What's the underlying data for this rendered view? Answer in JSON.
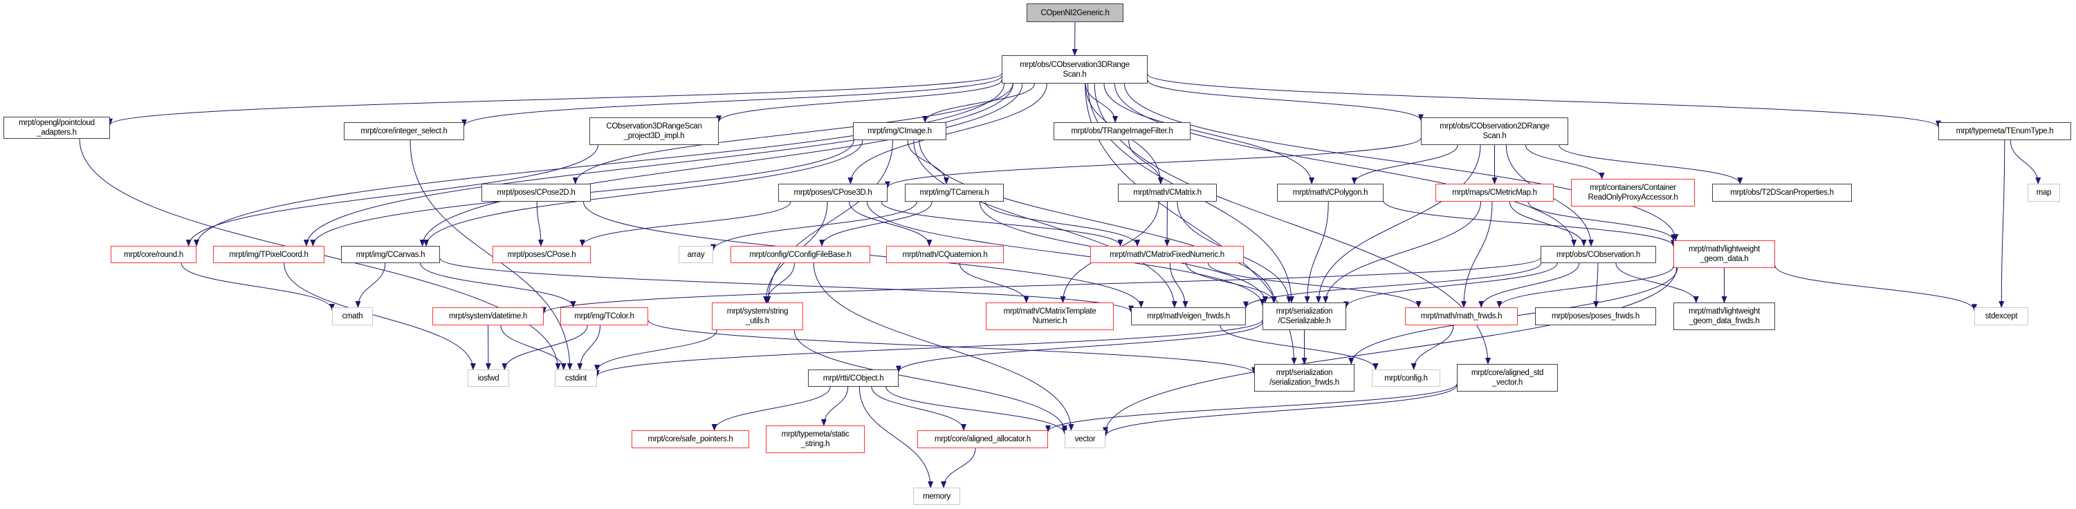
{
  "colors": {
    "edge": "#191970",
    "documented_border": "#404040",
    "missing_border": "#ff3333",
    "system_border": "#c8c8c8",
    "root_fill": "#bfbfbf"
  },
  "nodes": [
    {
      "id": "root",
      "label": "COpenNI2Generic.h",
      "kind": "root"
    },
    {
      "id": "scan3d",
      "label": "mrpt/obs/CObservation3DRange\nScan.h",
      "kind": "doc"
    },
    {
      "id": "pointcloud",
      "label": "mrpt/opengl/pointcloud\n_adapters.h",
      "kind": "doc"
    },
    {
      "id": "intsel",
      "label": "mrpt/core/integer_select.h",
      "kind": "doc"
    },
    {
      "id": "proj3d",
      "label": "CObservation3DRangeScan\n_project3D_impl.h",
      "kind": "doc"
    },
    {
      "id": "cimage",
      "label": "mrpt/img/CImage.h",
      "kind": "doc"
    },
    {
      "id": "trange",
      "label": "mrpt/obs/TRangeImageFilter.h",
      "kind": "doc"
    },
    {
      "id": "scan2d",
      "label": "mrpt/obs/CObservation2DRange\nScan.h",
      "kind": "doc"
    },
    {
      "id": "tenum",
      "label": "mrpt/typemeta/TEnumType.h",
      "kind": "doc"
    },
    {
      "id": "cpose2d",
      "label": "mrpt/poses/CPose2D.h",
      "kind": "doc"
    },
    {
      "id": "cpose3d",
      "label": "mrpt/poses/CPose3D.h",
      "kind": "doc"
    },
    {
      "id": "tcamera",
      "label": "mrpt/img/TCamera.h",
      "kind": "doc"
    },
    {
      "id": "cmatrix",
      "label": "mrpt/math/CMatrix.h",
      "kind": "doc"
    },
    {
      "id": "cpolygon",
      "label": "mrpt/math/CPolygon.h",
      "kind": "doc"
    },
    {
      "id": "cmetricmap",
      "label": "mrpt/maps/CMetricMap.h",
      "kind": "red"
    },
    {
      "id": "container",
      "label": "mrpt/containers/Container\nReadOnlyProxyAccessor.h",
      "kind": "red"
    },
    {
      "id": "t2dscan",
      "label": "mrpt/obs/T2DScanProperties.h",
      "kind": "doc"
    },
    {
      "id": "map",
      "label": "map",
      "kind": "sys"
    },
    {
      "id": "round",
      "label": "mrpt/core/round.h",
      "kind": "red"
    },
    {
      "id": "tpixel",
      "label": "mrpt/img/TPixelCoord.h",
      "kind": "red"
    },
    {
      "id": "ccanvas",
      "label": "mrpt/img/CCanvas.h",
      "kind": "doc"
    },
    {
      "id": "cpose",
      "label": "mrpt/poses/CPose.h",
      "kind": "red"
    },
    {
      "id": "array",
      "label": "array",
      "kind": "sys"
    },
    {
      "id": "cconfig",
      "label": "mrpt/config/CConfigFileBase.h",
      "kind": "red"
    },
    {
      "id": "cquat",
      "label": "mrpt/math/CQuaternion.h",
      "kind": "red"
    },
    {
      "id": "cmfixed",
      "label": "mrpt/math/CMatrixFixedNumeric.h",
      "kind": "red"
    },
    {
      "id": "cobservation",
      "label": "mrpt/obs/CObservation.h",
      "kind": "doc"
    },
    {
      "id": "lwgeom",
      "label": "mrpt/math/lightweight\n_geom_data.h",
      "kind": "red"
    },
    {
      "id": "cmath",
      "label": "cmath",
      "kind": "sys"
    },
    {
      "id": "datetime",
      "label": "mrpt/system/datetime.h",
      "kind": "red"
    },
    {
      "id": "tcolor",
      "label": "mrpt/img/TColor.h",
      "kind": "red"
    },
    {
      "id": "strutils",
      "label": "mrpt/system/string\n_utils.h",
      "kind": "red"
    },
    {
      "id": "cmtemplate",
      "label": "mrpt/math/CMatrixTemplate\nNumeric.h",
      "kind": "red"
    },
    {
      "id": "eigen",
      "label": "mrpt/math/eigen_frwds.h",
      "kind": "doc"
    },
    {
      "id": "cserial",
      "label": "mrpt/serialization\n/CSerializable.h",
      "kind": "doc"
    },
    {
      "id": "mathfrwds",
      "label": "mrpt/math/math_frwds.h",
      "kind": "red"
    },
    {
      "id": "posesfrwds",
      "label": "mrpt/poses/poses_frwds.h",
      "kind": "doc"
    },
    {
      "id": "lwgeomfrwds",
      "label": "mrpt/math/lightweight\n_geom_data_frwds.h",
      "kind": "doc"
    },
    {
      "id": "stdexcept",
      "label": "stdexcept",
      "kind": "sys"
    },
    {
      "id": "iosfwd",
      "label": "iosfwd",
      "kind": "sys"
    },
    {
      "id": "cstdint",
      "label": "cstdint",
      "kind": "sys"
    },
    {
      "id": "cobject",
      "label": "mrpt/rtti/CObject.h",
      "kind": "doc"
    },
    {
      "id": "serfrwds",
      "label": "mrpt/serialization\n/serialization_frwds.h",
      "kind": "doc"
    },
    {
      "id": "config",
      "label": "mrpt/config.h",
      "kind": "sys"
    },
    {
      "id": "alignedvec",
      "label": "mrpt/core/aligned_std\n_vector.h",
      "kind": "doc"
    },
    {
      "id": "safeptr",
      "label": "mrpt/core/safe_pointers.h",
      "kind": "red"
    },
    {
      "id": "staticstr",
      "label": "mrpt/typemeta/static\n_string.h",
      "kind": "red"
    },
    {
      "id": "alignedalloc",
      "label": "mrpt/core/aligned_allocator.h",
      "kind": "red"
    },
    {
      "id": "vector",
      "label": "vector",
      "kind": "sys"
    },
    {
      "id": "memory",
      "label": "memory",
      "kind": "sys"
    }
  ],
  "edges": [
    [
      "root",
      "scan3d"
    ],
    [
      "scan3d",
      "pointcloud"
    ],
    [
      "scan3d",
      "intsel"
    ],
    [
      "scan3d",
      "proj3d"
    ],
    [
      "scan3d",
      "cimage"
    ],
    [
      "scan3d",
      "cpose2d"
    ],
    [
      "scan3d",
      "cpose3d"
    ],
    [
      "scan3d",
      "trange"
    ],
    [
      "scan3d",
      "cmatrix"
    ],
    [
      "scan3d",
      "cserial"
    ],
    [
      "scan3d",
      "serfrwds"
    ],
    [
      "scan3d",
      "cpolygon"
    ],
    [
      "scan3d",
      "scan2d"
    ],
    [
      "scan3d",
      "tenum"
    ],
    [
      "scan3d",
      "cobservation"
    ],
    [
      "scan3d",
      "lwgeom"
    ],
    [
      "scan3d",
      "alignedvec"
    ],
    [
      "scan3d",
      "round"
    ],
    [
      "scan3d",
      "tpixel"
    ],
    [
      "scan3d",
      "ccanvas"
    ],
    [
      "pointcloud",
      "cstdint"
    ],
    [
      "intsel",
      "cstdint"
    ],
    [
      "proj3d",
      "round"
    ],
    [
      "cimage",
      "tpixel"
    ],
    [
      "cimage",
      "ccanvas"
    ],
    [
      "cimage",
      "tcamera"
    ],
    [
      "cimage",
      "eigen"
    ],
    [
      "cimage",
      "cserial"
    ],
    [
      "cimage",
      "strutils"
    ],
    [
      "cpose2d",
      "cpose"
    ],
    [
      "cpose2d",
      "eigen"
    ],
    [
      "cpose3d",
      "cpose"
    ],
    [
      "cpose3d",
      "cquat"
    ],
    [
      "cpose3d",
      "strutils"
    ],
    [
      "cpose3d",
      "cmfixed"
    ],
    [
      "cpose3d",
      "cserial"
    ],
    [
      "tcamera",
      "array"
    ],
    [
      "tcamera",
      "cconfig"
    ],
    [
      "tcamera",
      "cmfixed"
    ],
    [
      "tcamera",
      "cserial"
    ],
    [
      "trange",
      "cmatrix"
    ],
    [
      "cmatrix",
      "cmfixed"
    ],
    [
      "cmatrix",
      "cmtemplate"
    ],
    [
      "cmatrix",
      "cserial"
    ],
    [
      "cpolygon",
      "cserial"
    ],
    [
      "cpolygon",
      "lwgeom"
    ],
    [
      "scan2d",
      "cpose3d"
    ],
    [
      "scan2d",
      "cpolygon"
    ],
    [
      "scan2d",
      "cmetricmap"
    ],
    [
      "scan2d",
      "container"
    ],
    [
      "scan2d",
      "t2dscan"
    ],
    [
      "scan2d",
      "cobservation"
    ],
    [
      "scan2d",
      "cserial"
    ],
    [
      "cmetricmap",
      "cobservation"
    ],
    [
      "cmetricmap",
      "lwgeom"
    ],
    [
      "cmetricmap",
      "cserial"
    ],
    [
      "cmetricmap",
      "mathfrwds"
    ],
    [
      "tenum",
      "map"
    ],
    [
      "tenum",
      "stdexcept"
    ],
    [
      "round",
      "cmath"
    ],
    [
      "tpixel",
      "iosfwd"
    ],
    [
      "ccanvas",
      "cmath"
    ],
    [
      "ccanvas",
      "tcolor"
    ],
    [
      "ccanvas",
      "eigen"
    ],
    [
      "cconfig",
      "strutils"
    ],
    [
      "cconfig",
      "vector"
    ],
    [
      "cquat",
      "cmtemplate"
    ],
    [
      "datetime",
      "iosfwd"
    ],
    [
      "datetime",
      "cstdint"
    ],
    [
      "tcolor",
      "iosfwd"
    ],
    [
      "tcolor",
      "cstdint"
    ],
    [
      "tcolor",
      "serfrwds"
    ],
    [
      "strutils",
      "cstdint"
    ],
    [
      "strutils",
      "vector"
    ],
    [
      "cmfixed",
      "eigen"
    ],
    [
      "cmfixed",
      "cserial"
    ],
    [
      "cmfixed",
      "mathfrwds"
    ],
    [
      "cobservation",
      "datetime"
    ],
    [
      "cobservation",
      "cserial"
    ],
    [
      "cobservation",
      "mathfrwds"
    ],
    [
      "cobservation",
      "posesfrwds"
    ],
    [
      "cobservation",
      "lwgeomfrwds"
    ],
    [
      "cobservation",
      "eigen"
    ],
    [
      "lwgeom",
      "mathfrwds"
    ],
    [
      "lwgeom",
      "lwgeomfrwds"
    ],
    [
      "lwgeom",
      "stdexcept"
    ],
    [
      "lwgeom",
      "vector"
    ],
    [
      "lwgeom",
      "serfrwds"
    ],
    [
      "eigen",
      "config"
    ],
    [
      "mathfrwds",
      "config"
    ],
    [
      "cserial",
      "serfrwds"
    ],
    [
      "cserial",
      "cobject"
    ],
    [
      "cserial",
      "cstdint"
    ],
    [
      "alignedvec",
      "alignedalloc"
    ],
    [
      "alignedvec",
      "vector"
    ],
    [
      "cobject",
      "safeptr"
    ],
    [
      "cobject",
      "staticstr"
    ],
    [
      "cobject",
      "memory"
    ],
    [
      "cobject",
      "alignedalloc"
    ],
    [
      "cobject",
      "vector"
    ],
    [
      "alignedalloc",
      "memory"
    ]
  ]
}
